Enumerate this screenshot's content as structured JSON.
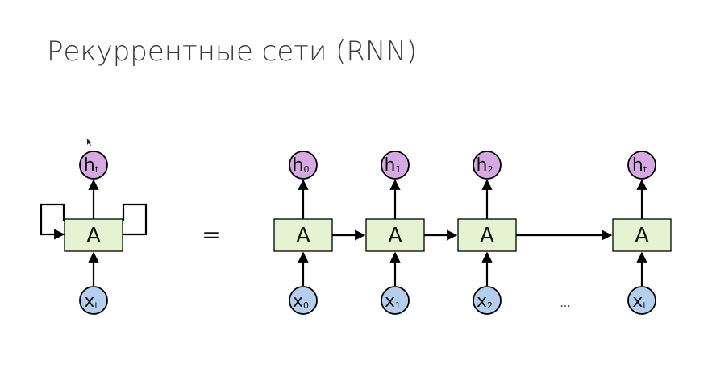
{
  "title": "Рекуррентные сети (RNN)",
  "colors": {
    "cell_fill": "#e6f3d3",
    "hidden_fill": "#d6a9e2",
    "input_fill": "#b4cfed",
    "stroke": "#000000"
  },
  "folded": {
    "cell": "A",
    "output": {
      "base": "h",
      "sub": "t"
    },
    "input": {
      "base": "x",
      "sub": "t"
    }
  },
  "equals": "=",
  "unrolled": [
    {
      "cell": "A",
      "output": {
        "base": "h",
        "sub": "0"
      },
      "input": {
        "base": "x",
        "sub": "0"
      }
    },
    {
      "cell": "A",
      "output": {
        "base": "h",
        "sub": "1"
      },
      "input": {
        "base": "x",
        "sub": "1"
      }
    },
    {
      "cell": "A",
      "output": {
        "base": "h",
        "sub": "2"
      },
      "input": {
        "base": "x",
        "sub": "2"
      }
    },
    {
      "cell": "A",
      "output": {
        "base": "h",
        "sub": "t"
      },
      "input": {
        "base": "x",
        "sub": "t"
      }
    }
  ],
  "ellipsis": "..."
}
